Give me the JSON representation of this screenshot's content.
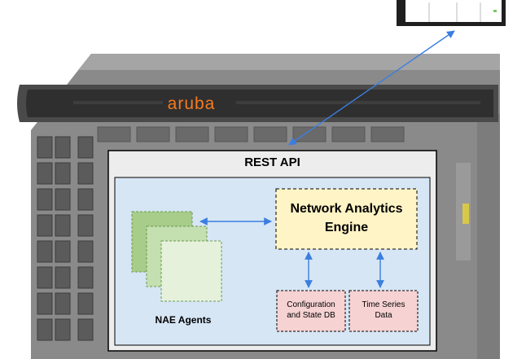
{
  "chassis": {
    "brand": "aruba",
    "brand_color": "#f47b20",
    "body_color": "#8f8f8f"
  },
  "diagram": {
    "outer_box": {
      "title": "REST API",
      "fill": "#ededed"
    },
    "inner_panel": {
      "fill": "#d6e6f5"
    },
    "agents": {
      "label": "NAE Agents",
      "colors": [
        "#a8cc8a",
        "#c4dfb0",
        "#e6f1dc"
      ]
    },
    "engine": {
      "label_line1": "Network Analytics",
      "label_line2": "Engine",
      "fill": "#fff4c6"
    },
    "config_db": {
      "label_line1": "Configuration",
      "label_line2": "and State DB",
      "fill": "#f6d2d2"
    },
    "time_series": {
      "label_line1": "Time Series",
      "label_line2": "Data",
      "fill": "#f6d2d2"
    },
    "arrow_color": "#3b7ee0"
  }
}
